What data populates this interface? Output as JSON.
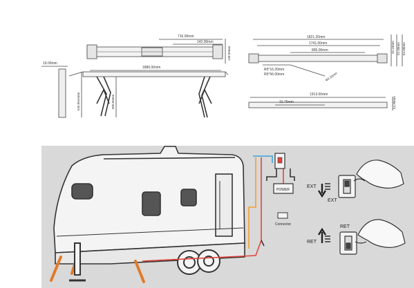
{
  "top_diagrams": {
    "left_view": {
      "dim_width_top": "716.00mm",
      "dim_width_inner": "142.00mm",
      "dim_depth": "138.00mm",
      "dim_total_length": "1886.00mm",
      "dim_leg_width": "19.00mm",
      "dim_leg_height_a": "645.00±5mm",
      "dim_leg_height_b": "600.00mm"
    },
    "right_view": {
      "dim_1821": "1821.20mm",
      "dim_1741": "1741.00mm",
      "dim_895": "895.00mm",
      "dim_r1": "R5°16.20mm",
      "dim_r2": "R5°56.00mm",
      "dim_dia": "Φ9.20mm",
      "dim_v1": "33.10mm",
      "dim_v2": "52.30mm",
      "dim_v3": "84.00mm",
      "dim_1913": "1913.00mm",
      "dim_3175": "31.75mm",
      "dim_5430": "54.30mm"
    }
  },
  "wiring": {
    "power_label": "POWER",
    "connector_label": "Connector",
    "ext_label": "EXT",
    "ext_label_2": "EXT",
    "ret_label": "RET",
    "ret_label_2": "RET"
  },
  "colors": {
    "panel_bg": "#d9d9d9",
    "wire_red": "#e0443a",
    "wire_blue": "#3aa0dc",
    "wire_orange": "#f0a030",
    "jack_orange": "#e07a2a",
    "line_dark": "#333333"
  }
}
